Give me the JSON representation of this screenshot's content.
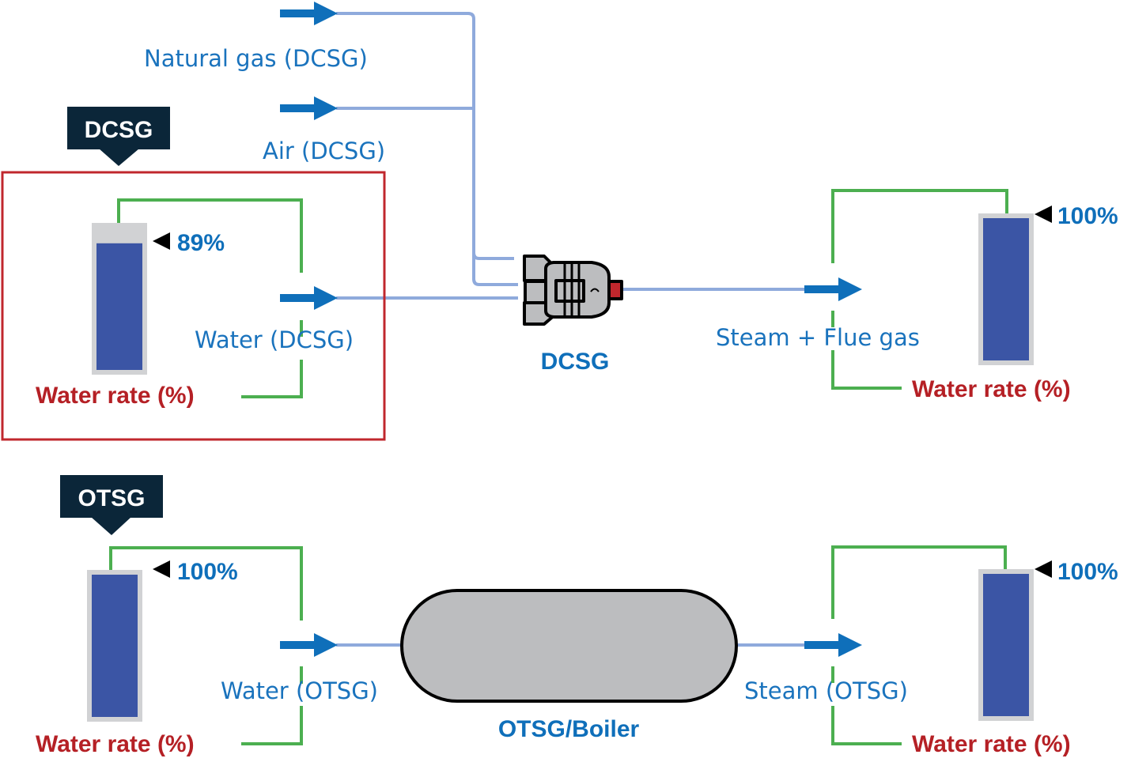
{
  "colors": {
    "flow_label": "#1a73bd",
    "pipe": "#8faadc",
    "control_loop": "#4caf50",
    "rate_label": "#b52025",
    "tank_fill": "#3b55a5",
    "tank_frame": "#d1d2d4",
    "tag_background": "#0b2639",
    "highlight_box": "#c0272d",
    "vessel_fill": "#bcbdbf"
  },
  "tags": {
    "dcsg": "DCSG",
    "otsg": "OTSG"
  },
  "streams": {
    "natural_gas": "Natural gas (DCSG)",
    "air": "Air (DCSG)",
    "water_dcsg": "Water (DCSG)",
    "steam_flue": "Steam + Flue gas",
    "water_otsg": "Water (OTSG)",
    "steam_otsg": "Steam (OTSG)"
  },
  "units": {
    "dcsg": "DCSG",
    "otsg": "OTSG/Boiler"
  },
  "gauges": [
    {
      "id": "dcsg-water",
      "label": "Water rate (%)",
      "value_text": "89%",
      "fraction": 0.89,
      "highlighted": true
    },
    {
      "id": "dcsg-steam",
      "label": "Water rate (%)",
      "value_text": "100%",
      "fraction": 1.0,
      "highlighted": false
    },
    {
      "id": "otsg-water",
      "label": "Water rate (%)",
      "value_text": "100%",
      "fraction": 1.0,
      "highlighted": false
    },
    {
      "id": "otsg-steam",
      "label": "Water rate (%)",
      "value_text": "100%",
      "fraction": 1.0,
      "highlighted": false
    }
  ]
}
